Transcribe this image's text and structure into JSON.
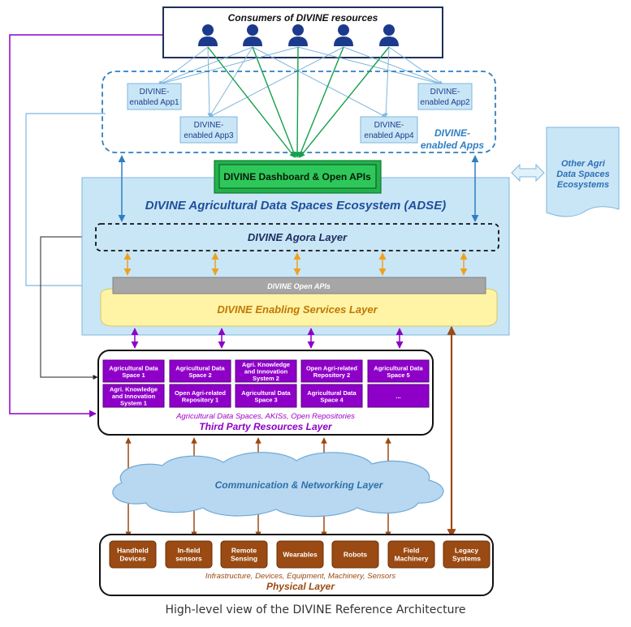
{
  "consumers": {
    "title": "Consumers of DIVINE resources",
    "count": 5
  },
  "apps": {
    "items": [
      {
        "line1": "DIVINE-",
        "line2": "enabled App1"
      },
      {
        "line1": "DIVINE-",
        "line2": "enabled App2"
      },
      {
        "line1": "DIVINE-",
        "line2": "enabled App3"
      },
      {
        "line1": "DIVINE-",
        "line2": "enabled App4"
      }
    ],
    "label_line1": "DIVINE-",
    "label_line2": "enabled Apps"
  },
  "dashboard": {
    "label": "DIVINE Dashboard & Open APIs"
  },
  "other_ecosystems": {
    "line1": "Other Agri",
    "line2": "Data Spaces",
    "line3": "Ecosystems"
  },
  "adse": {
    "title": "DIVINE Agricultural Data Spaces Ecosystem (ADSE)"
  },
  "agora": {
    "label": "DIVINE Agora Layer"
  },
  "open_apis": {
    "label": "DIVINE Open APIs"
  },
  "enabling": {
    "label": "DIVINE Enabling Services Layer"
  },
  "third_party": {
    "row1": [
      {
        "line1": "Agricultural Data",
        "line2": "Space 1",
        "line3": ""
      },
      {
        "line1": "Agricultural Data",
        "line2": "Space 2",
        "line3": ""
      },
      {
        "line1": "Agri. Knowledge",
        "line2": "and Innovation",
        "line3": "System 2"
      },
      {
        "line1": "Open Agri-related",
        "line2": "Repository 2",
        "line3": ""
      },
      {
        "line1": "Agricultural Data",
        "line2": "Space 5",
        "line3": ""
      }
    ],
    "row2": [
      {
        "line1": "Agri. Knowledge",
        "line2": "and Innovation",
        "line3": "System 1"
      },
      {
        "line1": "Open Agri-related",
        "line2": "Repository 1",
        "line3": ""
      },
      {
        "line1": "Agricultural Data",
        "line2": "Space 3",
        "line3": ""
      },
      {
        "line1": "Agricultural Data",
        "line2": "Space 4",
        "line3": ""
      },
      {
        "line1": "...",
        "line2": "",
        "line3": ""
      }
    ],
    "subtitle": "Agricultural Data Spaces, AKISs, Open Repositories",
    "title": "Third Party Resources Layer"
  },
  "communication": {
    "label": "Communication & Networking Layer"
  },
  "physical": {
    "devices": [
      {
        "line1": "Handheld",
        "line2": "Devices"
      },
      {
        "line1": "In-field",
        "line2": "sensors"
      },
      {
        "line1": "Remote",
        "line2": "Sensing"
      },
      {
        "line1": "Wearables",
        "line2": ""
      },
      {
        "line1": "Robots",
        "line2": ""
      },
      {
        "line1": "Field",
        "line2": "Machinery"
      },
      {
        "line1": "Legacy",
        "line2": "Systems"
      }
    ],
    "subtitle": "Infrastructure, Devices, Equipment, Machinery, Sensors",
    "title": "Physical Layer"
  },
  "caption": "High-level view of the DIVINE Reference Architecture",
  "colors": {
    "purple": "#8e00c8",
    "brown": "#9a4a12",
    "orange": "#f0a020",
    "blue_arrow": "#2f7fc1",
    "green": "#15a04a",
    "adse_bg": "#c9e6f7",
    "enabling_bg": "#fff3a6",
    "cloud_bg": "#b7d8f0"
  }
}
